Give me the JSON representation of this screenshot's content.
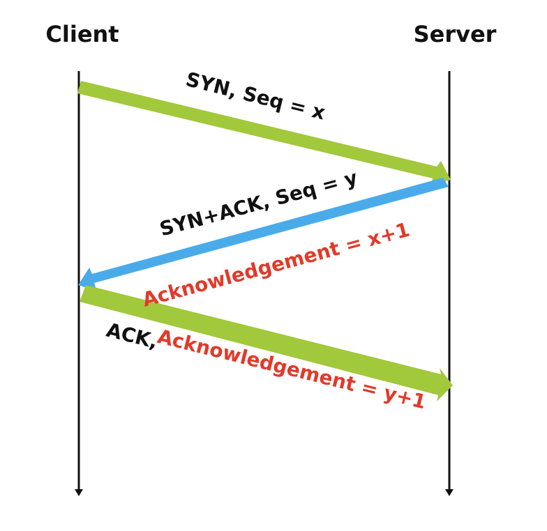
{
  "participants": {
    "client": "Client",
    "server": "Server"
  },
  "messages": [
    {
      "text": "SYN, Seq = x",
      "color": "#a2c83c"
    },
    {
      "text": "SYN+ACK, Seq = y",
      "ack": "Acknowledgement = x+1",
      "color": "#4aabea"
    },
    {
      "text": "ACK,",
      "ack": "Acknowledgement = y+1",
      "color": "#a2c83c"
    }
  ],
  "colors": {
    "line": "#111111",
    "label": "#111111",
    "ack_label": "#e13a2a"
  }
}
